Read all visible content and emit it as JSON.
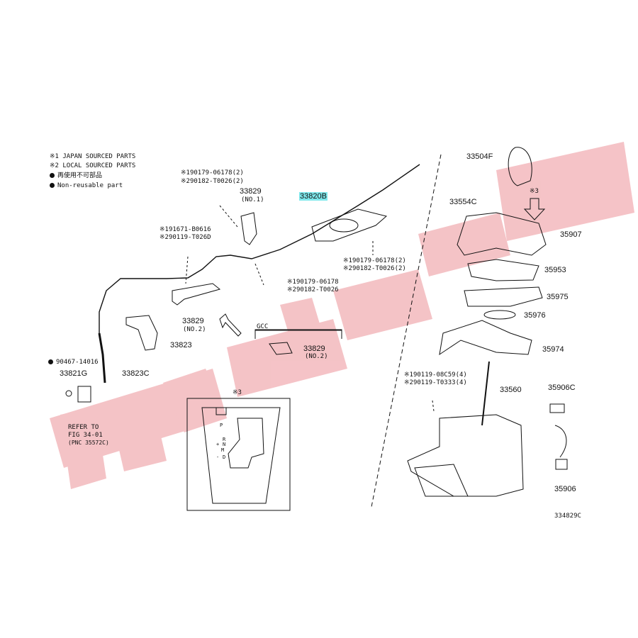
{
  "legend": {
    "line1": "※1 JAPAN SOURCED PARTS",
    "line2": "※2 LOCAL SOURCED PARTS",
    "line3": "再使用不可部品",
    "line4": "Non-reusable part"
  },
  "labels": {
    "bolt_top_1": "※190179-06178(2)",
    "bolt_top_2": "※290182-T0026(2)",
    "p33829_no1": "33829",
    "p33829_no1_sub": "(NO.1)",
    "p33820b": "33820B",
    "bolt_left_1": "※191671-B0616",
    "bolt_left_2": "※290119-T026D",
    "bolt_mid_1": "※190179-06178",
    "bolt_mid_2": "※290182-T0026",
    "bolt_right_1": "※190179-06178(2)",
    "bolt_right_2": "※290182-T0026(2)",
    "p33829_no2": "33829",
    "p33829_no2_sub": "(NO.2)",
    "gcc": "GCC",
    "p33829_gcc": "33829",
    "p33829_gcc_sub": "(NO.2)",
    "p33823": "33823",
    "p90467": "90467-14016",
    "p33821g": "33821G",
    "p33823c": "33823C",
    "refer_1": "REFER TO",
    "refer_2": "FIG 34-01",
    "refer_3": "(PNC 35572C)",
    "mark3_box": "※3",
    "gate_p": "P",
    "gate_r": "R",
    "gate_n": "N",
    "gate_d": "D",
    "gate_m": "M",
    "gate_plus": "+",
    "gate_minus": "-",
    "p33504f": "33504F",
    "p33554c": "33554C",
    "mark3_arrow": "※3",
    "p35907": "35907",
    "p35953": "35953",
    "p35975": "35975",
    "p35976": "35976",
    "p35974": "35974",
    "screw_1": "※190119-08C59(4)",
    "screw_2": "※290119-T0333(4)",
    "p33560": "33560",
    "p35906c": "35906C",
    "p35906": "35906",
    "figure_code": "334829C"
  },
  "colors": {
    "highlight": "#7fe8ec",
    "watermark": "#f3b9bd",
    "line": "#111111"
  }
}
